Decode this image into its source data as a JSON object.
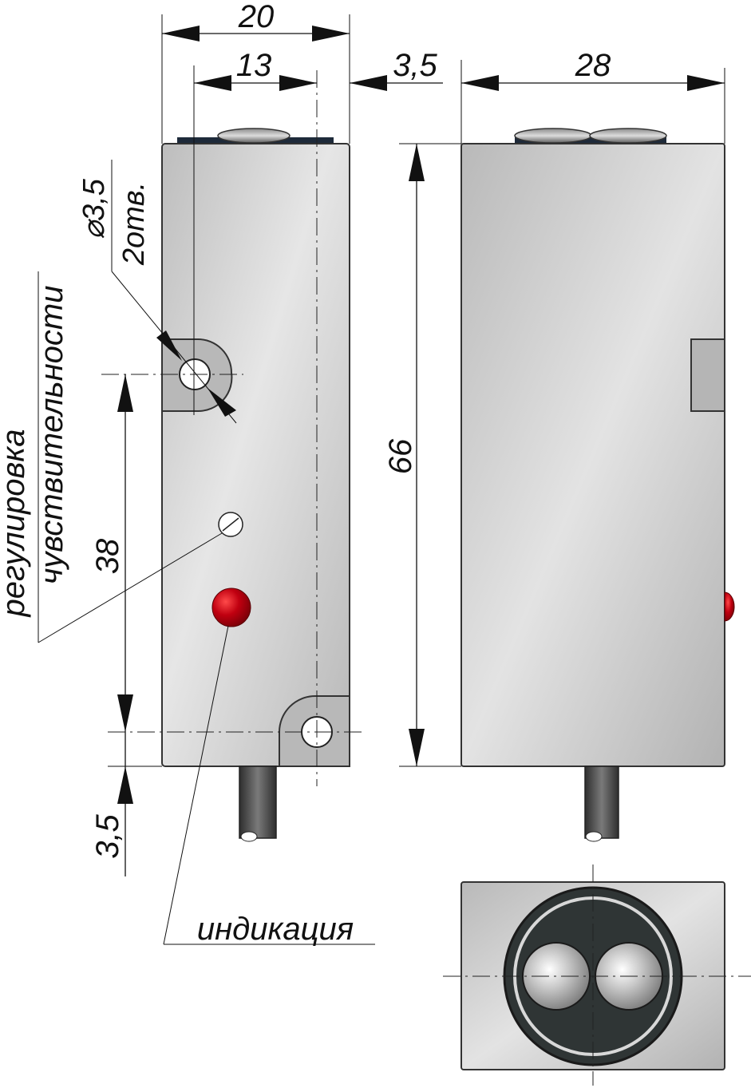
{
  "dimensions": {
    "width_total": "20",
    "width_hole_spacing": "13",
    "side_offset": "3,5",
    "depth": "28",
    "height": "66",
    "hole_vertical_spacing": "38",
    "bottom_offset": "3,5",
    "hole_diameter": "⌀3,5",
    "hole_count": "2отв."
  },
  "labels": {
    "sensitivity_line1": "регулировка",
    "sensitivity_line2": "чувствительности",
    "indication": "индикация"
  },
  "colors": {
    "body_gray": "#c9c9c9",
    "indicator_red": "#c00010",
    "lens_dark": "#2f3535"
  }
}
